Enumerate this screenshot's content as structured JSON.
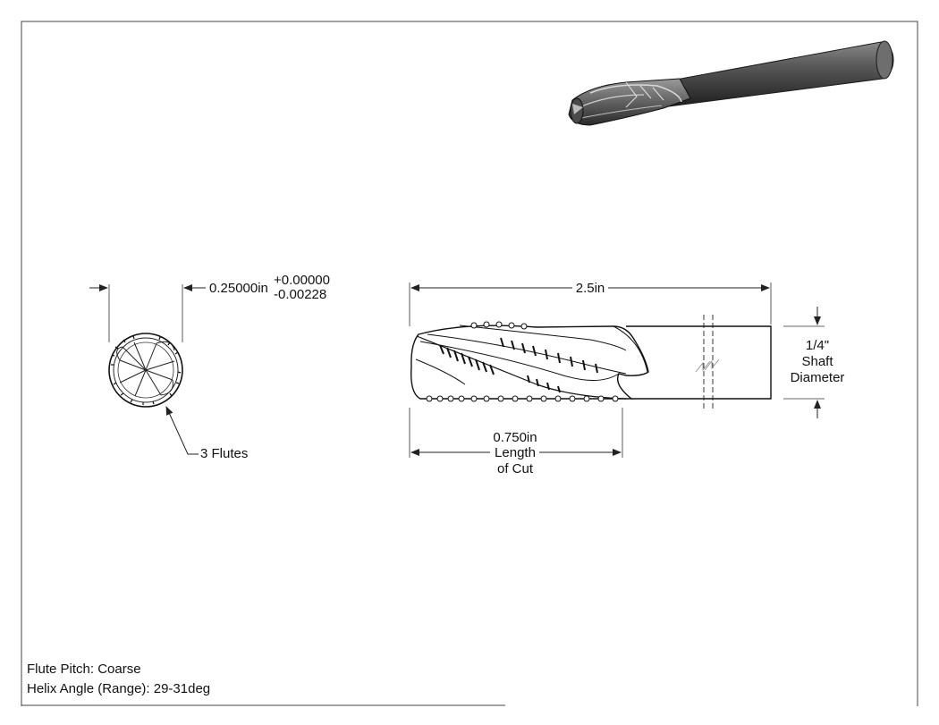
{
  "drawing": {
    "diameter_nominal": "0.25000in",
    "diameter_tol_plus": "+0.00000",
    "diameter_tol_minus": "-0.00228",
    "flutes_label": "3 Flutes",
    "overall_length": "2.5in",
    "length_of_cut_value": "0.750in",
    "length_of_cut_line1": "Length",
    "length_of_cut_line2": "of Cut",
    "shaft_value": "1/4\"",
    "shaft_line1": "Shaft",
    "shaft_line2": "Diameter"
  },
  "notes": {
    "flute_pitch": "Flute Pitch: Coarse",
    "helix_angle": "Helix Angle (Range): 29-31deg"
  }
}
